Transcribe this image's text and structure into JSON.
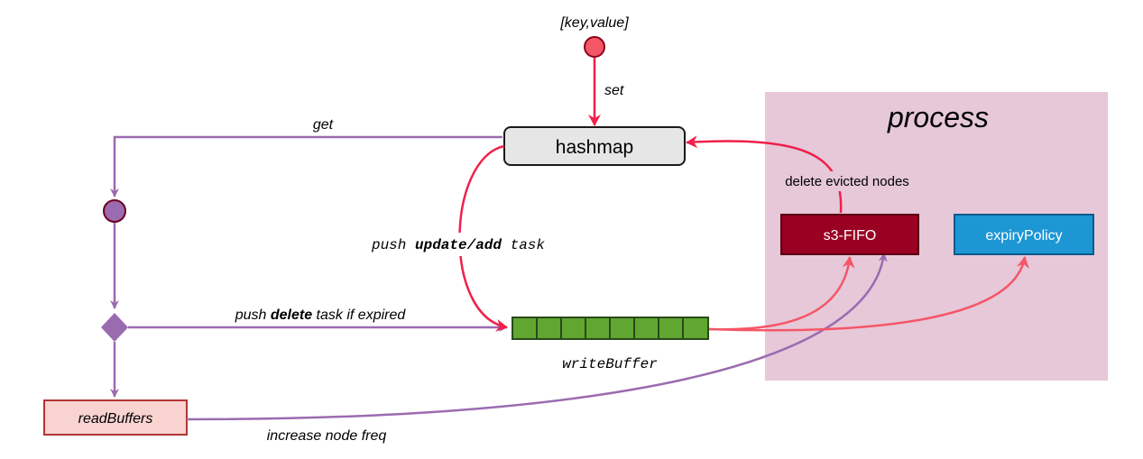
{
  "top_input": {
    "label": "[key,value]"
  },
  "edges": {
    "set": "set",
    "get": "get",
    "push_update_prefix": "push ",
    "push_update_bold": "update/add",
    "push_update_suffix": " task",
    "push_delete_prefix": "push ",
    "push_delete_bold": "delete",
    "push_delete_suffix": " task if expired",
    "delete_evicted": "delete evicted nodes",
    "increase_freq": "increase node freq"
  },
  "nodes": {
    "hashmap": "hashmap",
    "write_buffer": "writeBuffer",
    "read_buffers": "readBuffers",
    "s3_fifo": "s3-FIFO",
    "expiry_policy": "expiryPolicy"
  },
  "process": {
    "title": "process"
  },
  "colors": {
    "purple_flow": "#9b6bb0",
    "red_flow": "#f0204a",
    "coral_flow": "#f55668",
    "process_bg": "#e6c8d9",
    "s3_fifo_fill": "#9a0022",
    "expiry_fill": "#1d96d4",
    "buffer_fill": "#60a630",
    "hashmap_fill": "#e6e6e6",
    "read_buffers_fill": "#f8d3d0"
  }
}
